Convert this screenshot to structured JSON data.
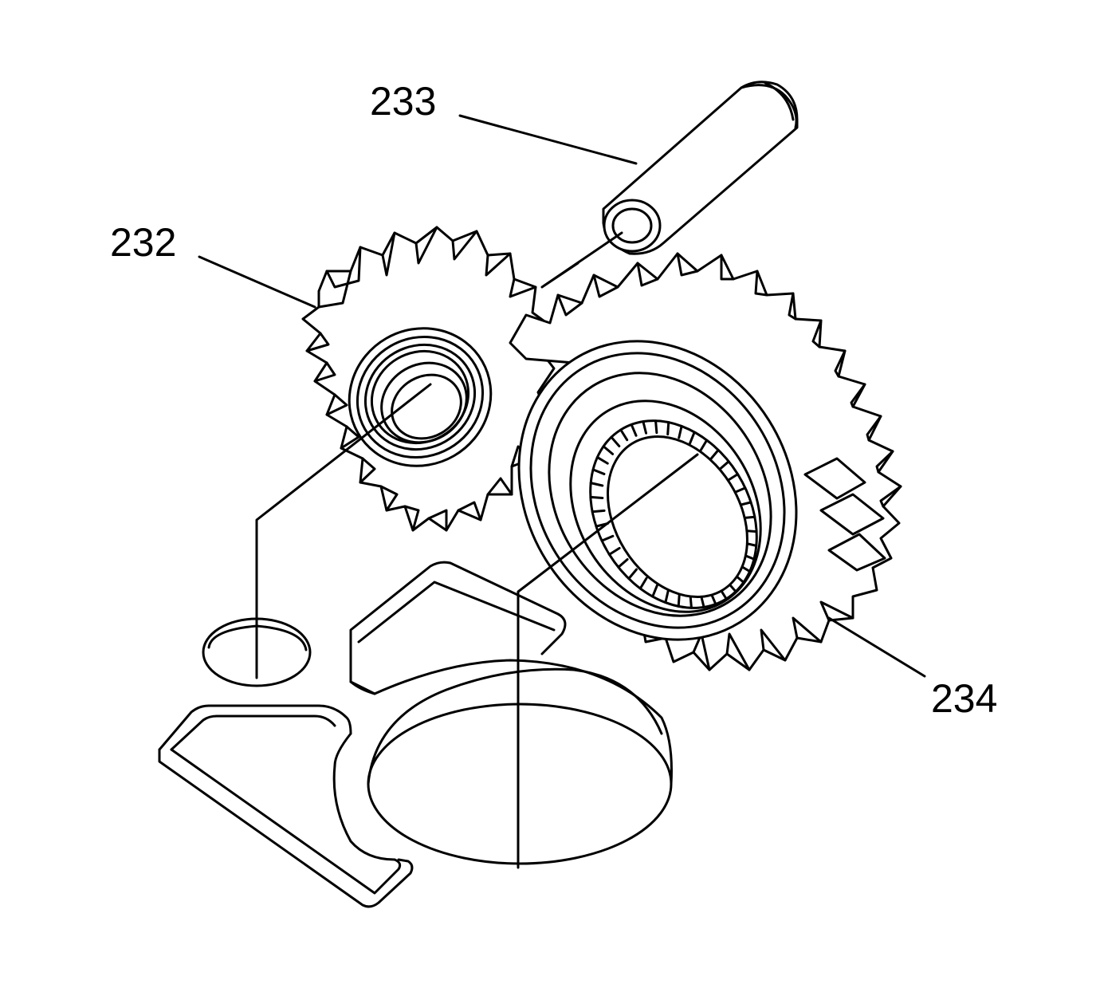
{
  "diagram": {
    "callouts": [
      {
        "id": "232",
        "label": "232",
        "part": "small-gear"
      },
      {
        "id": "233",
        "label": "233",
        "part": "shaft-pin"
      },
      {
        "id": "234",
        "label": "234",
        "part": "large-gear-with-bearing"
      }
    ],
    "colors": {
      "line": "#000000",
      "background": "#ffffff"
    }
  }
}
